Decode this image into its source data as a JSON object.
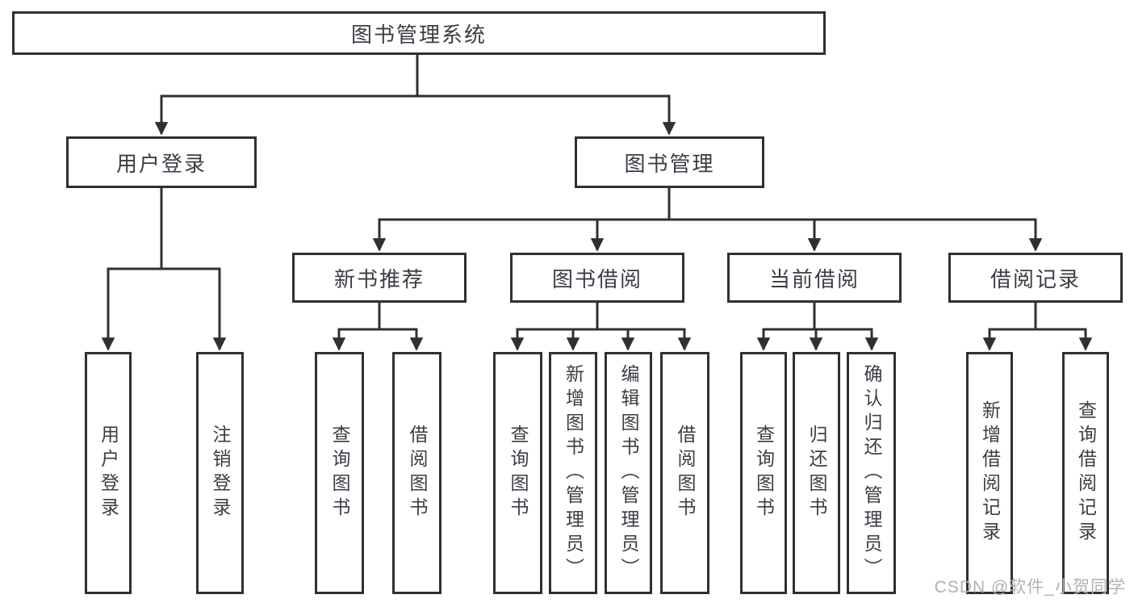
{
  "tree": {
    "root": {
      "label": "图书管理系统"
    },
    "level2": [
      {
        "label": "用户登录"
      },
      {
        "label": "图书管理"
      }
    ],
    "level3": [
      {
        "label": "新书推荐"
      },
      {
        "label": "图书借阅"
      },
      {
        "label": "当前借阅"
      },
      {
        "label": "借阅记录"
      }
    ],
    "leaves": {
      "user": [
        {
          "label": "用户登录"
        },
        {
          "label": "注销登录"
        }
      ],
      "recommend": [
        {
          "label": "查询图书"
        },
        {
          "label": "借阅图书"
        }
      ],
      "borrow": [
        {
          "label": "查询图书"
        },
        {
          "label": "新增图书（管理员）"
        },
        {
          "label": "编辑图书（管理员）"
        },
        {
          "label": "借阅图书"
        }
      ],
      "current": [
        {
          "label": "查询图书"
        },
        {
          "label": "归还图书"
        },
        {
          "label": "确认归还（管理员）"
        }
      ],
      "records": [
        {
          "label": "新增借阅记录"
        },
        {
          "label": "查询借阅记录"
        }
      ]
    }
  },
  "watermark": {
    "text": "CSDN @软件_小贺同学"
  },
  "colors": {
    "line": "#303030",
    "box_border": "#303030",
    "box_fill": "#ffffff",
    "text": "#3a3e45",
    "watermark": "#b3b1b1"
  }
}
